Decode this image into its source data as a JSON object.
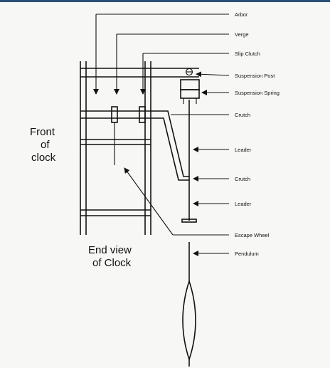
{
  "diagram": {
    "labels": {
      "arbor": "Arbor",
      "verge": "Verge",
      "slip_clutch": "Slip Clutch",
      "suspension_post": "Suspension Post",
      "suspension_spring": "Suspension Spring",
      "crutch_top": "Crutch",
      "leader_top": "Leader",
      "crutch_bottom": "Crutch",
      "leader_bottom": "Leader",
      "escape_wheel": "Escape Wheel",
      "pendulum": "Pendulum"
    },
    "side_texts": {
      "front_line1": "Front",
      "front_line2": "of",
      "front_line3": "clock",
      "end_line1": "End view",
      "end_line2": "of Clock"
    }
  }
}
